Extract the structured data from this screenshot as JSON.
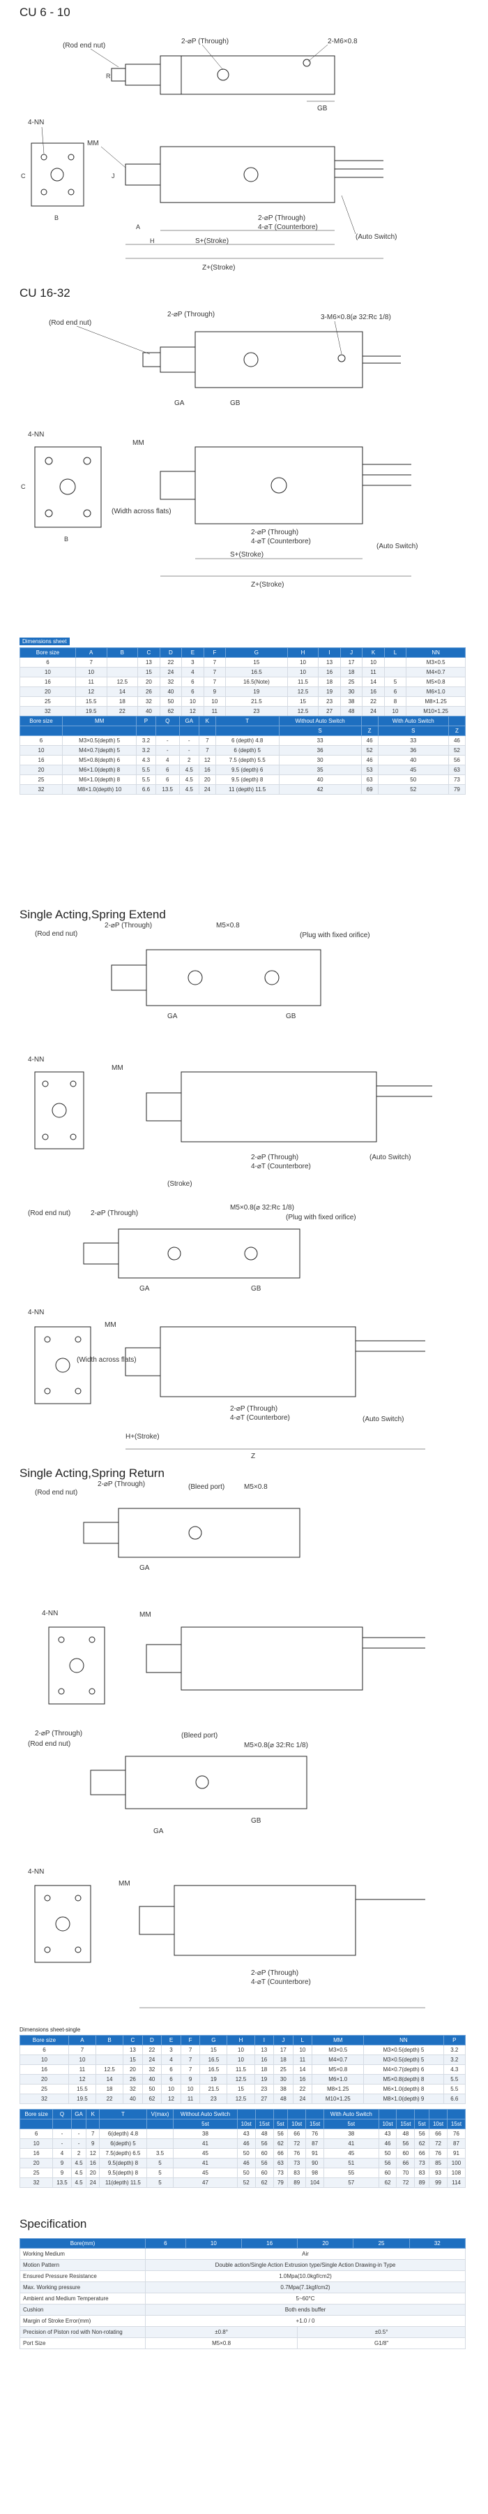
{
  "sections": {
    "cu6_10": "CU 6 - 10",
    "cu16_32": "CU 16-32",
    "single_extend": "Single Acting,Spring Extend",
    "single_return": "Single Acting,Spring Return",
    "specification": "Specification"
  },
  "drawing_labels": {
    "rod_end_nut": "(Rod end nut)",
    "through": "2-⌀P (Through)",
    "m6_08": "2-M6×0.8",
    "gb": "GB",
    "ga": "GA",
    "nn4": "4-NN",
    "mm": "MM",
    "counterbore": "4-⌀T (Counterbore)",
    "auto_switch": "(Auto Switch)",
    "s_stroke": "S+(Stroke)",
    "z_stroke": "Z+(Stroke)",
    "m6_rc": "3-M6×0.8(⌀ 32:Rc 1/8)",
    "width_flats": "(Width across flats)",
    "m5_08": "M5×0.8",
    "plug": "(Plug with fixed orifice)",
    "stroke": "(Stroke)",
    "m5_rc": "M5×0.8(⌀ 32:Rc 1/8)",
    "h_stroke": "H+(Stroke)",
    "bleed_port": "(Bleed port)",
    "through2": "2-⌀P (Through)",
    "counterbore2": "4-⌀T (Counterbore)"
  },
  "table1": {
    "caption": "Dimensions sheet",
    "headers": [
      "Bore size",
      "A",
      "B",
      "C",
      "D",
      "E",
      "F",
      "G",
      "H",
      "I",
      "J",
      "K",
      "L",
      "NN"
    ],
    "rows": [
      [
        "6",
        "7",
        "",
        "13",
        "22",
        "3",
        "7",
        "15",
        "10",
        "13",
        "17",
        "10",
        "",
        "M3×0.5"
      ],
      [
        "10",
        "10",
        "",
        "15",
        "24",
        "4",
        "7",
        "16.5",
        "10",
        "16",
        "18",
        "11",
        "",
        "M4×0.7"
      ],
      [
        "16",
        "11",
        "12.5",
        "20",
        "32",
        "6",
        "7",
        "16.5(Note)",
        "11.5",
        "18",
        "25",
        "14",
        "5",
        "M5×0.8"
      ],
      [
        "20",
        "12",
        "14",
        "26",
        "40",
        "6",
        "9",
        "19",
        "12.5",
        "19",
        "30",
        "16",
        "6",
        "M6×1.0"
      ],
      [
        "25",
        "15.5",
        "18",
        "32",
        "50",
        "10",
        "10",
        "21.5",
        "15",
        "23",
        "38",
        "22",
        "8",
        "M8×1.25"
      ],
      [
        "32",
        "19.5",
        "22",
        "40",
        "62",
        "12",
        "11",
        "23",
        "12.5",
        "27",
        "48",
        "24",
        "10",
        "M10×1.25"
      ]
    ]
  },
  "table2": {
    "headers": [
      "Bore size",
      "MM",
      "P",
      "Q",
      "GA",
      "K",
      "T",
      "Without Auto Switch",
      "",
      "With Auto Switch",
      ""
    ],
    "subheaders": [
      "",
      "",
      "",
      "",
      "",
      "",
      "",
      "S",
      "Z",
      "S",
      "Z"
    ],
    "rows": [
      [
        "6",
        "M3×0.5(depth) 5",
        "3.2",
        "-",
        "-",
        "7",
        "6 (depth) 4.8",
        "33",
        "46",
        "33",
        "46"
      ],
      [
        "10",
        "M4×0.7(depth) 5",
        "3.2",
        "-",
        "-",
        "7",
        "6 (depth) 5",
        "36",
        "52",
        "36",
        "52"
      ],
      [
        "16",
        "M5×0.8(depth) 6",
        "4.3",
        "4",
        "2",
        "12",
        "7.5 (depth) 5.5",
        "30",
        "46",
        "40",
        "56"
      ],
      [
        "20",
        "M6×1.0(depth) 8",
        "5.5",
        "6",
        "4.5",
        "16",
        "9.5 (depth) 6",
        "35",
        "53",
        "45",
        "63"
      ],
      [
        "25",
        "M6×1.0(depth) 8",
        "5.5",
        "6",
        "4.5",
        "20",
        "9.5 (depth) 8",
        "40",
        "63",
        "50",
        "73"
      ],
      [
        "32",
        "M8×1.0(depth) 10",
        "6.6",
        "13.5",
        "4.5",
        "24",
        "11 (depth) 11.5",
        "42",
        "69",
        "52",
        "79"
      ]
    ]
  },
  "table3": {
    "caption": "Dimensions sheet-single",
    "headers": [
      "Bore size",
      "A",
      "B",
      "C",
      "D",
      "E",
      "F",
      "G",
      "H",
      "I",
      "J",
      "L",
      "MM",
      "NN",
      "P"
    ],
    "rows": [
      [
        "6",
        "7",
        "",
        "13",
        "22",
        "3",
        "7",
        "15",
        "10",
        "13",
        "17",
        "10",
        "M3×0.5",
        "M3×0.5(depth) 5",
        "3.2"
      ],
      [
        "10",
        "10",
        "",
        "15",
        "24",
        "4",
        "7",
        "16.5",
        "10",
        "16",
        "18",
        "11",
        "M4×0.7",
        "M3×0.5(depth) 5",
        "3.2"
      ],
      [
        "16",
        "11",
        "12.5",
        "20",
        "32",
        "6",
        "7",
        "16.5",
        "11.5",
        "18",
        "25",
        "14",
        "M5×0.8",
        "M4×0.7(depth) 6",
        "4.3"
      ],
      [
        "20",
        "12",
        "14",
        "26",
        "40",
        "6",
        "9",
        "19",
        "12.5",
        "19",
        "30",
        "16",
        "M6×1.0",
        "M5×0.8(depth) 8",
        "5.5"
      ],
      [
        "25",
        "15.5",
        "18",
        "32",
        "50",
        "10",
        "10",
        "21.5",
        "15",
        "23",
        "38",
        "22",
        "M8×1.25",
        "M6×1.0(depth) 8",
        "5.5"
      ],
      [
        "32",
        "19.5",
        "22",
        "40",
        "62",
        "12",
        "11",
        "23",
        "12.5",
        "27",
        "48",
        "24",
        "M10×1.25",
        "M8×1.0(depth) 9",
        "6.6"
      ]
    ]
  },
  "table4": {
    "headers": [
      "Bore size",
      "Q",
      "GA",
      "K",
      "T",
      "V(max)",
      "Without Auto Switch",
      "",
      "",
      "",
      "",
      "",
      "With Auto Switch",
      "",
      "",
      "",
      "",
      ""
    ],
    "subheaders": [
      "",
      "",
      "",
      "",
      "",
      "",
      "5st",
      "10st",
      "15st",
      "5st",
      "10st",
      "15st",
      "5st",
      "10st",
      "15st",
      "5st",
      "10st",
      "15st"
    ],
    "rows": [
      [
        "6",
        "-",
        "-",
        "7",
        "6(depth) 4.8",
        "",
        "38",
        "43",
        "48",
        "56",
        "66",
        "76",
        "38",
        "43",
        "48",
        "56",
        "66",
        "76"
      ],
      [
        "10",
        "-",
        "-",
        "9",
        "6(depth) 5",
        "",
        "41",
        "46",
        "56",
        "62",
        "72",
        "87",
        "41",
        "46",
        "56",
        "62",
        "72",
        "87"
      ],
      [
        "16",
        "4",
        "2",
        "12",
        "7.5(depth) 6.5",
        "3.5",
        "45",
        "50",
        "60",
        "66",
        "76",
        "91",
        "45",
        "50",
        "60",
        "66",
        "76",
        "91"
      ],
      [
        "20",
        "9",
        "4.5",
        "16",
        "9.5(depth) 8",
        "5",
        "41",
        "46",
        "56",
        "63",
        "73",
        "90",
        "51",
        "56",
        "66",
        "73",
        "85",
        "100"
      ],
      [
        "25",
        "9",
        "4.5",
        "20",
        "9.5(depth) 8",
        "5",
        "45",
        "50",
        "60",
        "73",
        "83",
        "98",
        "55",
        "60",
        "70",
        "83",
        "93",
        "108"
      ],
      [
        "32",
        "13.5",
        "4.5",
        "24",
        "11(depth) 11.5",
        "5",
        "47",
        "52",
        "62",
        "79",
        "89",
        "104",
        "57",
        "62",
        "72",
        "89",
        "99",
        "114"
      ]
    ]
  },
  "spec": {
    "headers": [
      "Bore(mm)",
      "6",
      "10",
      "16",
      "20",
      "25",
      "32"
    ],
    "rows": [
      [
        "Working Medium",
        "Air"
      ],
      [
        "Motion Pattern",
        "Double action/Single Action Extrusion type/Single Action Drawing-in Type"
      ],
      [
        "Ensured Pressure Resistance",
        "1.0Mpa(10.0kgf/cm2)"
      ],
      [
        "Max. Working pressure",
        "0.7Mpa(7.1kgf/cm2)"
      ],
      [
        "Ambient and Medium Temperature",
        "5~60°C"
      ],
      [
        "Cushion",
        "Both ends buffer"
      ],
      [
        "Margin of Stroke Error(mm)",
        "+1.0 / 0"
      ],
      [
        "Precision of Piston rod with Non-rotating",
        "±0.8°",
        "±0.5°"
      ],
      [
        "Port Size",
        "M5×0.8",
        "G1/8\""
      ]
    ]
  }
}
